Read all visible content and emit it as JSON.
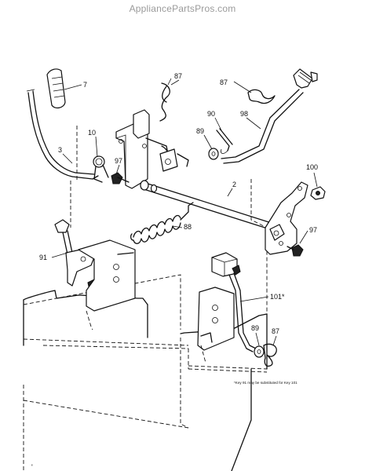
{
  "watermark": "AppliancePartsPros.com",
  "callouts": {
    "c7": "7",
    "c87a": "87",
    "c87b": "87",
    "c87c": "87",
    "c90": "90",
    "c98": "98",
    "c89a": "89",
    "c89b": "89",
    "c10": "10",
    "c97a": "97",
    "c97b": "97",
    "c3": "3",
    "c100": "100",
    "c2": "2",
    "c88": "88",
    "c91": "91",
    "c101": "101*"
  },
  "footnote": "*Key 91 may be substituted for Key 101",
  "corner_mark": "'",
  "colors": {
    "line": "#111111",
    "watermark": "#9a9a9a",
    "background": "#ffffff"
  }
}
